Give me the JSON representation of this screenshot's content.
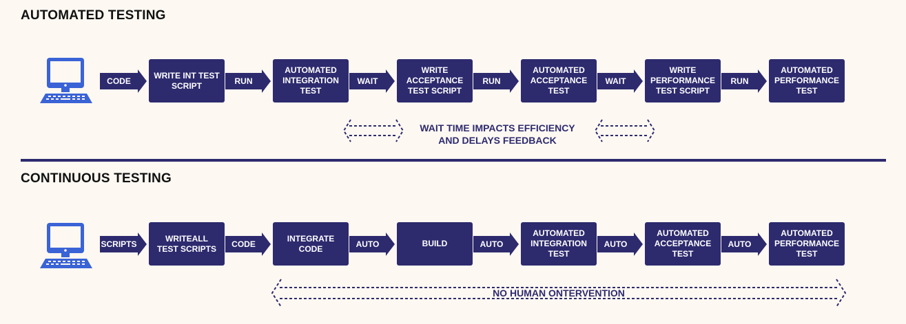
{
  "automated": {
    "title": "AUTOMATED TESTING",
    "flow": [
      {
        "arrow": "CODE",
        "box": "WRITE INT TEST\nSCRIPT"
      },
      {
        "arrow": "RUN",
        "box": "AUTOMATED\nINTEGRATION\nTEST"
      },
      {
        "arrow": "WAIT",
        "box": "WRITE\nACCEPTANCE\nTEST SCRIPT"
      },
      {
        "arrow": "RUN",
        "box": "AUTOMATED\nACCEPTANCE\nTEST"
      },
      {
        "arrow": "WAIT",
        "box": "WRITE\nPERFORMANCE\nTEST SCRIPT"
      },
      {
        "arrow": "RUN",
        "box": "AUTOMATED\nPERFORMANCE\nTEST"
      }
    ],
    "note": "WAIT TIME IMPACTS EFFICIENCY\nAND DELAYS FEEDBACK"
  },
  "continuous": {
    "title": "CONTINUOUS TESTING",
    "flow": [
      {
        "arrow": "SCRIPTS",
        "box": "WRITEALL\nTEST SCRIPTS"
      },
      {
        "arrow": "CODE",
        "box": "INTEGRATE\nCODE"
      },
      {
        "arrow": "AUTO",
        "box": "BUILD"
      },
      {
        "arrow": "AUTO",
        "box": "AUTOMATED\nINTEGRATION\nTEST"
      },
      {
        "arrow": "AUTO",
        "box": "AUTOMATED\nACCEPTANCE\nTEST"
      },
      {
        "arrow": "AUTO",
        "box": "AUTOMATED\nPERFORMANCE\nTEST"
      }
    ],
    "note": "NO HUMAN ONTERVENTION"
  },
  "colors": {
    "primary": "#2d2a6e",
    "computer": "#3a63d6",
    "background": "#fdf8f2"
  },
  "icons": [
    "computer-icon",
    "dashed-double-arrow-icon"
  ]
}
